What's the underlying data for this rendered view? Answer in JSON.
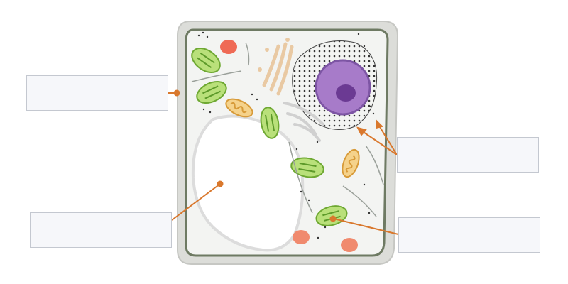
{
  "diagram": {
    "colors": {
      "cell_wall_outer": "#d6d7d3",
      "cell_wall_inner": "#6e7a63",
      "cytoplasm": "#f3f4f2",
      "nucleus": "#a77bc9",
      "nucleolus": "#6b3a93",
      "chloroplast": "#8cc63f",
      "mitochondrion": "#e9a94a",
      "ribosome_dot": "#333333",
      "pointer_line": "#d9782d",
      "label_border": "#c4c8d0",
      "label_fill": "#f6f7fa"
    },
    "labels": [
      {
        "id": "cell-wall-label",
        "text": ""
      },
      {
        "id": "vacuole-label",
        "text": ""
      },
      {
        "id": "nucleus-label",
        "text": ""
      },
      {
        "id": "chloroplast-label",
        "text": ""
      }
    ]
  }
}
